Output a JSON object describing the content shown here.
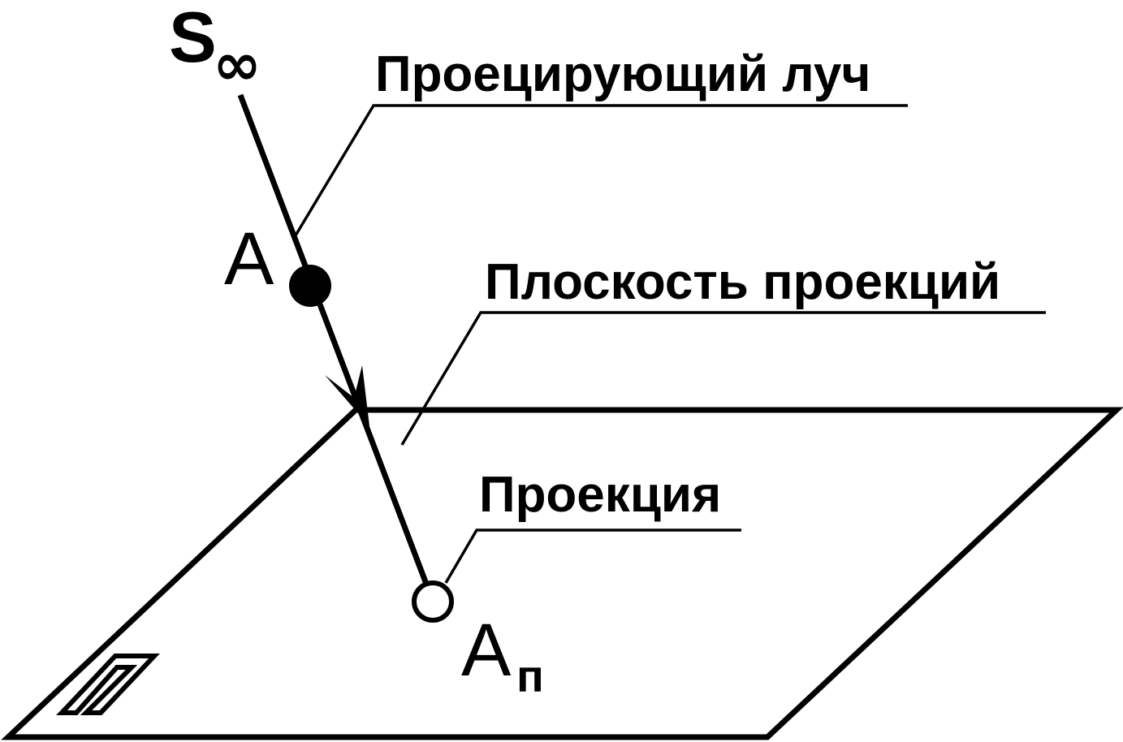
{
  "labels": {
    "source": "S",
    "source_subscript": "∞",
    "point": "A",
    "projection_point": "A",
    "projection_point_subscript": "п",
    "plane_symbol": "П"
  },
  "callouts": {
    "ray": "Проецирующий луч",
    "plane": "Плоскость проекций",
    "projection": "Проекция"
  },
  "colors": {
    "stroke": "#000000",
    "background": "#ffffff"
  }
}
